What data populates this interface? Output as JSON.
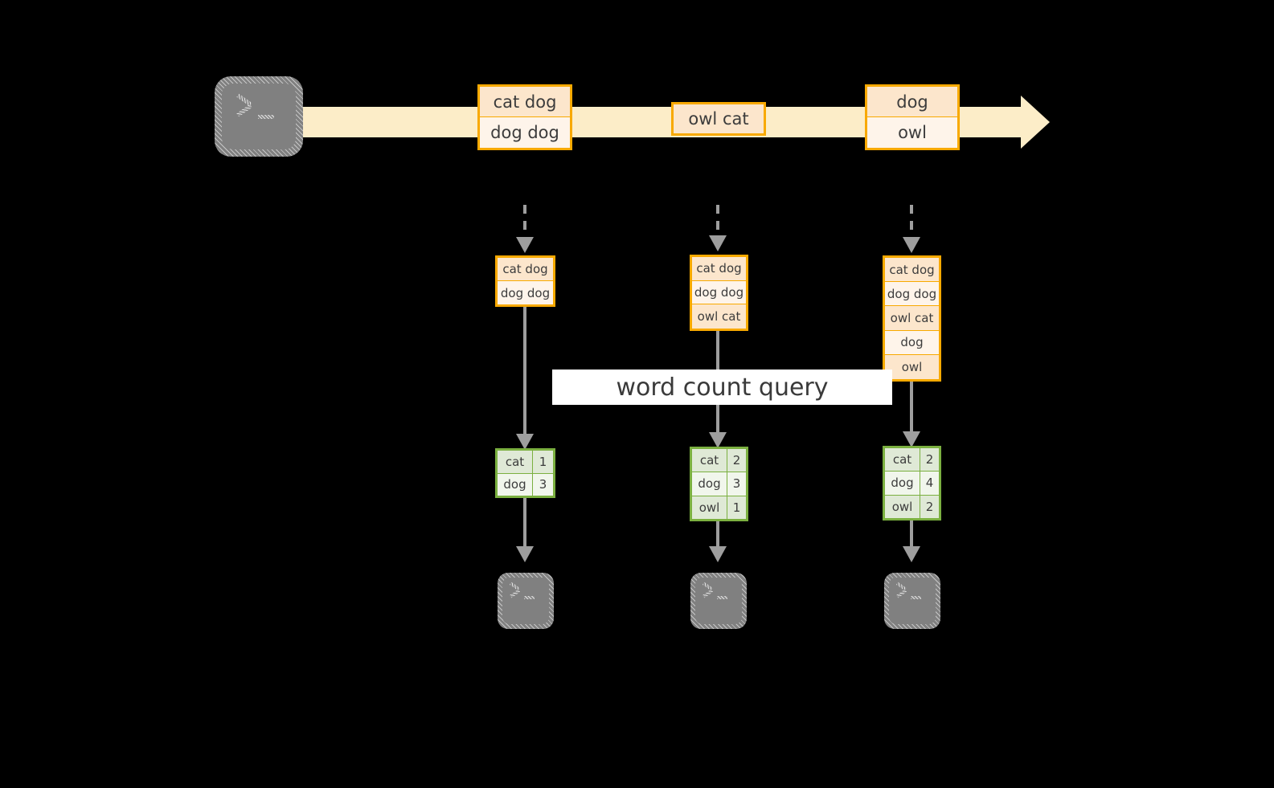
{
  "diagram": {
    "title": "word count query",
    "colors": {
      "stream": "#FCEDC8",
      "record_border": "#F8A900",
      "record_fill_dark": "#FCE6CC",
      "record_fill_light": "#FEF4EA",
      "result_border": "#7BB040",
      "result_fill_dark": "#DFE9D6",
      "result_fill_light": "#F1F6EC",
      "arrow": "#9E9E9E",
      "terminal": "#808080",
      "banner_bg": "#FFFFFF",
      "background": "#000000"
    }
  },
  "source": {
    "terminal_label": ">_"
  },
  "stream": {
    "events": [
      {
        "name": "event-1",
        "lines": [
          "cat dog",
          "dog dog"
        ]
      },
      {
        "name": "event-2",
        "lines": [
          "owl cat"
        ]
      },
      {
        "name": "event-3",
        "lines": [
          "dog",
          "owl"
        ]
      }
    ]
  },
  "snapshots": [
    {
      "name": "snapshot-1",
      "records": [
        "cat dog",
        "dog dog"
      ],
      "results": {
        "words": [
          "cat",
          "dog"
        ],
        "counts": [
          "1",
          "3"
        ]
      },
      "sink_label": ">_"
    },
    {
      "name": "snapshot-2",
      "records": [
        "cat dog",
        "dog dog",
        "owl cat"
      ],
      "results": {
        "words": [
          "cat",
          "dog",
          "owl"
        ],
        "counts": [
          "2",
          "3",
          "1"
        ]
      },
      "sink_label": ">_"
    },
    {
      "name": "snapshot-3",
      "records": [
        "cat dog",
        "dog dog",
        "owl cat",
        "dog",
        "owl"
      ],
      "results": {
        "words": [
          "cat",
          "dog",
          "owl"
        ],
        "counts": [
          "2",
          "4",
          "2"
        ]
      },
      "sink_label": ">_"
    }
  ]
}
